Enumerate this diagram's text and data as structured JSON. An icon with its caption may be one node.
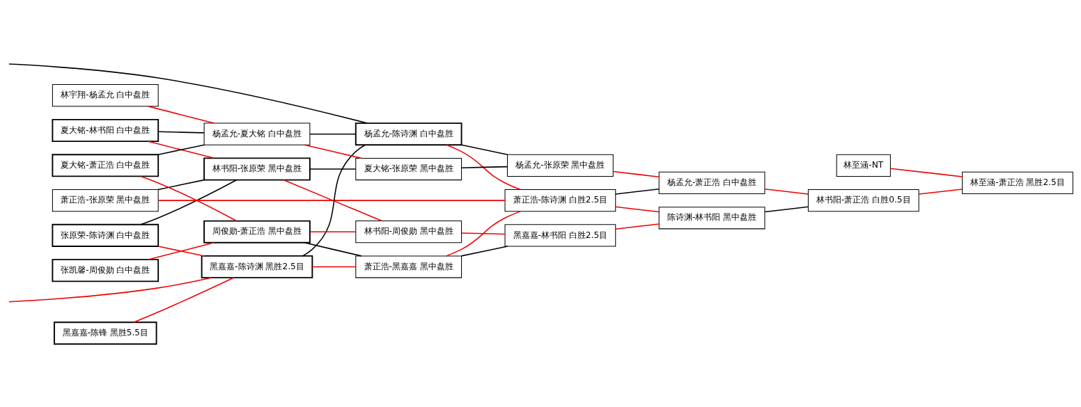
{
  "diagram": {
    "nodes": [
      {
        "text": [
          "黑嘉嘉-陈锋 黑胜5.5目"
        ]
      },
      {
        "text": [
          "张原荣-陈诗渊 白中盘胜"
        ]
      },
      {
        "text": [
          "萧正浩-张原荣 黑中盘胜"
        ]
      },
      {
        "text": [
          "夏大铭-林书阳 白中盘胜"
        ]
      },
      {
        "text": [
          "林宇翔-杨孟允 白中盘胜"
        ]
      },
      {
        "text": [
          "张凯馨-周俊勋 白中盘胜"
        ]
      },
      {
        "text": [
          "夏大铭-萧正浩 白中盘胜"
        ]
      },
      {
        "text": [
          "黑嘉嘉-陈诗渊 黑胜2.5目"
        ]
      },
      {
        "text": [
          "杨孟允-夏大铭 白中盘胜"
        ]
      },
      {
        "text": [
          "林书阳-张原荣 黑中盘胜"
        ]
      },
      {
        "text": [
          "周俊勋-萧正浩 黑中盘胜"
        ]
      },
      {
        "text": [
          "杨孟允-陈诗渊 白中盘胜"
        ]
      },
      {
        "text": [
          "夏大铭-张原荣 黑中盘胜"
        ]
      },
      {
        "text": [
          "林书阳-周俊勋 黑中盘胜"
        ]
      },
      {
        "text": [
          "萧正浩-黑嘉嘉 黑中盘胜"
        ]
      },
      {
        "text": [
          "萧正浩-陈诗渊 白胜2.5目"
        ]
      },
      {
        "text": [
          "杨孟允-张原荣 黑中盘胜"
        ]
      },
      {
        "text": [
          "黑嘉嘉-林书阳 白胜2.5目"
        ]
      },
      {
        "text": [
          "杨孟允-萧正浩 白中盘胜"
        ]
      },
      {
        "text": [
          "陈诗渊-林书阳 黑中盘胜"
        ]
      },
      {
        "text": [
          "林至涵-NT"
        ]
      },
      {
        "text": [
          "林书阳-萧正浩 白胜0.5目"
        ]
      },
      {
        "text": [
          "林至涵-萧正浩 黑胜2.5目"
        ]
      }
    ],
    "edges": [
      {
        "from": 0,
        "to": 7,
        "arrow": "none"
      },
      {
        "from": null,
        "to": 7,
        "arrow": "none"
      },
      {
        "from": 1,
        "to": 7,
        "arrow": "none"
      },
      {
        "from": 1,
        "to": 9,
        "arrow": "none",
        "color": "#000000"
      },
      {
        "from": null,
        "to": 11,
        "arrow": "none",
        "color": "#000000"
      },
      {
        "from": 2,
        "to": 15,
        "arrow": "none"
      },
      {
        "from": 2,
        "to": 9,
        "arrow": "none",
        "color": "#000000"
      },
      {
        "from": 3,
        "to": 8,
        "arrow": "none",
        "color": "#000000"
      },
      {
        "from": 3,
        "to": 9,
        "arrow": "none"
      },
      {
        "from": 4,
        "to": 8,
        "arrow": "none"
      },
      {
        "from": 5,
        "to": 10,
        "arrow": "none"
      },
      {
        "from": 6,
        "to": 8,
        "arrow": "none",
        "color": "#000000"
      },
      {
        "from": 6,
        "to": 10,
        "arrow": "none"
      },
      {
        "from": 7,
        "to": 11,
        "arrow": "none",
        "color": "#000000"
      },
      {
        "from": 7,
        "to": 14,
        "arrow": "none"
      },
      {
        "from": 8,
        "to": 11,
        "arrow": "none",
        "color": "#000000"
      },
      {
        "from": 8,
        "to": 12,
        "arrow": "none"
      },
      {
        "from": 9,
        "to": 12,
        "arrow": "none",
        "color": "#000000"
      },
      {
        "from": 9,
        "to": 13,
        "arrow": "none"
      },
      {
        "from": 10,
        "to": 13,
        "arrow": "none"
      },
      {
        "from": 10,
        "to": 14,
        "arrow": "none",
        "color": "#000000"
      },
      {
        "from": 11,
        "to": 15,
        "arrow": "none"
      },
      {
        "from": 11,
        "to": 16,
        "arrow": "none",
        "color": "#000000"
      },
      {
        "from": 12,
        "to": 16,
        "arrow": "none",
        "color": "#000000"
      },
      {
        "from": 13,
        "to": 17,
        "arrow": "none"
      },
      {
        "from": 14,
        "to": 15,
        "arrow": "none"
      },
      {
        "from": 14,
        "to": 17,
        "arrow": "none",
        "color": "#000000"
      },
      {
        "from": 15,
        "to": 18,
        "arrow": "none",
        "color": "#000000"
      },
      {
        "from": 15,
        "to": 19,
        "arrow": "none"
      },
      {
        "from": 16,
        "to": 18,
        "arrow": "none"
      },
      {
        "from": 17,
        "to": 19,
        "arrow": "none"
      },
      {
        "from": 18,
        "to": 21,
        "arrow": "none"
      },
      {
        "from": 19,
        "to": 21,
        "arrow": "none",
        "color": "#000000"
      },
      {
        "from": 20,
        "to": 22,
        "arrow": "none"
      },
      {
        "from": 21,
        "to": 22,
        "arrow": "none"
      }
    ]
  }
}
